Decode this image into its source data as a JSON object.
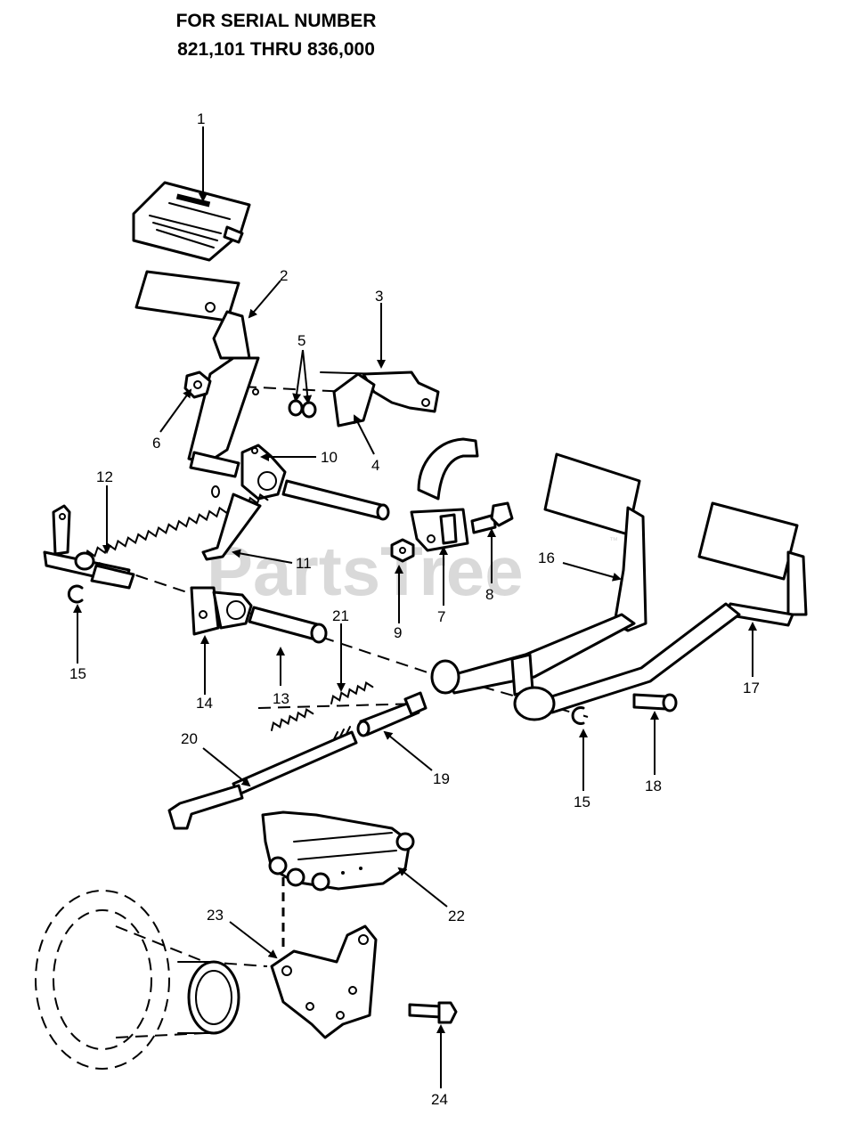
{
  "header": {
    "line1": "FOR SERIAL NUMBER",
    "line2": "821,101 THRU 836,000"
  },
  "watermark": {
    "brand": "PartsTree",
    "trademark": "™"
  },
  "callouts": {
    "c1": "1",
    "c2": "2",
    "c3": "3",
    "c4": "4",
    "c5": "5",
    "c6": "6",
    "c7": "7",
    "c8": "8",
    "c9": "9",
    "c10": "10",
    "c11": "11",
    "c12": "12",
    "c13": "13",
    "c14": "14",
    "c15a": "15",
    "c15b": "15",
    "c16": "16",
    "c17": "17",
    "c18": "18",
    "c19": "19",
    "c20": "20",
    "c21": "21",
    "c22": "22",
    "c23": "23",
    "c24": "24"
  }
}
